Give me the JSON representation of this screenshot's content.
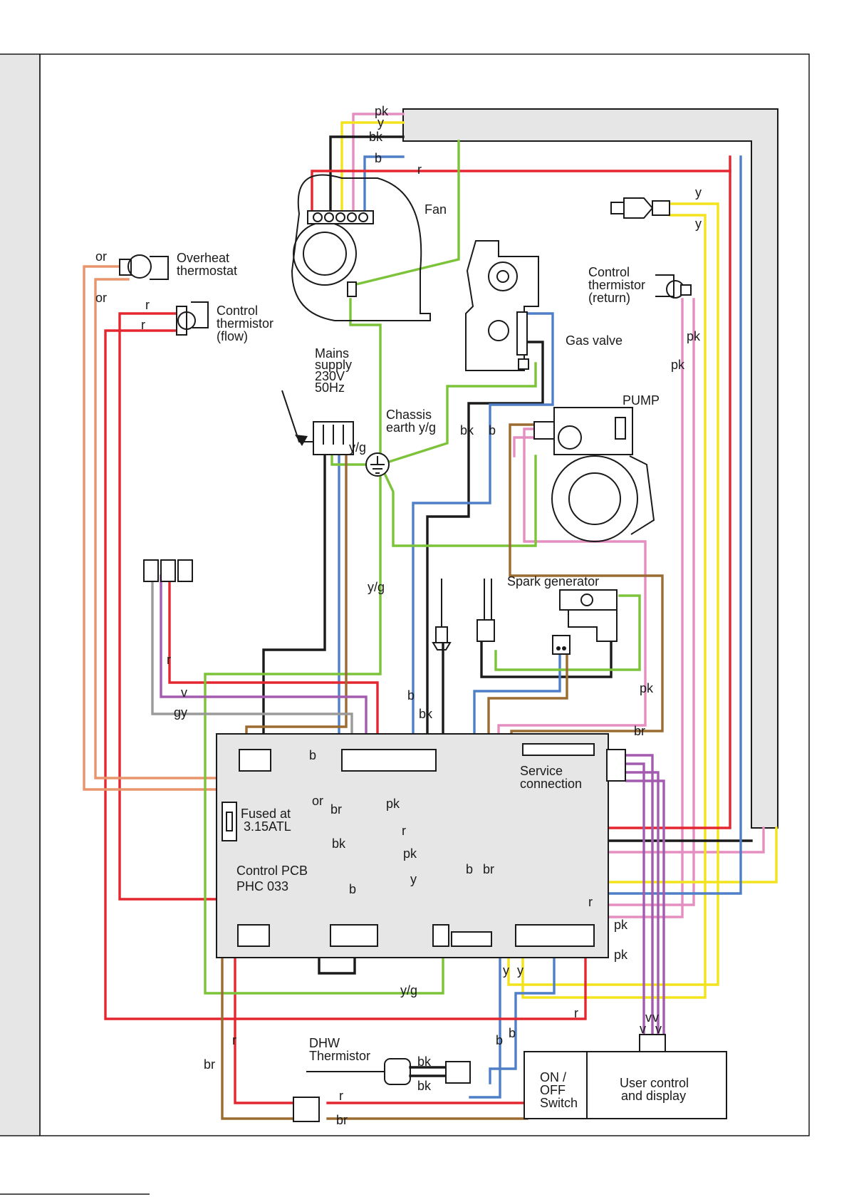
{
  "colors": {
    "pk": "#e58ec0",
    "y": "#f2e31a",
    "bk": "#1a1a1a",
    "b": "#4f7fc6",
    "r": "#e3262f",
    "or": "#e8956b",
    "yg": "#7cc33a",
    "br": "#9b6b32",
    "v": "#a35bb0",
    "gy": "#9a9a9a",
    "panel": "#e6e6e6"
  },
  "components": {
    "fan": "Fan",
    "overheat": [
      "Overheat",
      "thermostat"
    ],
    "ctrl_flow": [
      "Control",
      "thermistor",
      "(flow)"
    ],
    "ctrl_return": [
      "Control",
      "thermistor",
      "(return)"
    ],
    "mains": [
      "Mains",
      "supply",
      "230V",
      "50Hz"
    ],
    "chassis": [
      "Chassis",
      "earth y/g"
    ],
    "gas_valve": "Gas valve",
    "pump": "PUMP",
    "spark": "Spark generator",
    "service": [
      "Service",
      "connection"
    ],
    "fused": [
      "Fused at",
      "3.15ATL"
    ],
    "pcb": [
      "Control PCB",
      "PHC 033"
    ],
    "dhw": [
      "DHW",
      "Thermistor"
    ],
    "switch": [
      "ON /",
      "OFF",
      "Switch"
    ],
    "user_control": [
      "User control",
      "and display"
    ]
  },
  "wire_labels": {
    "pk": "pk",
    "y": "y",
    "bk": "bk",
    "b": "b",
    "r": "r",
    "or": "or",
    "yg": "y/g",
    "br": "br",
    "v": "v",
    "gy": "gy"
  }
}
